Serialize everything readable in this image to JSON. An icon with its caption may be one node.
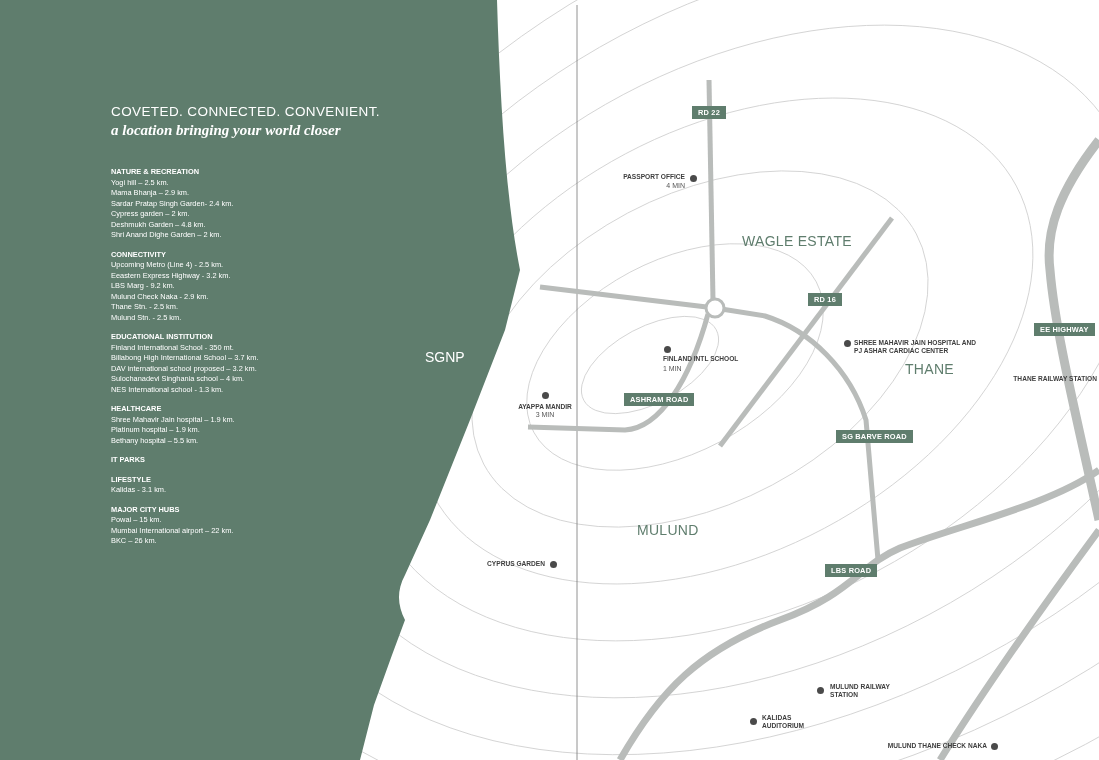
{
  "diagram": {
    "nodes": [
      {
        "text": [
          "COVETED. CONNECTED. CONVENIENT.",
          "a location bringing your world closer",
          "NATURE & RECREATION",
          "Yogi hill – 2.5 km.",
          "Mama Bhanja – 2.9 km.",
          "Sardar Pratap Singh Garden- 2.4 km.",
          "Cypress garden – 2 km.",
          "Deshmukh Garden – 4.8 km.",
          "Shri Anand Dighe Garden – 2 km.",
          "CONNECTIVITY",
          "Upcoming Metro (Line 4) - 2.5 km.",
          "Eeastern Express Highway - 3.2 km.",
          "LBS Marg - 9.2 km.",
          "Mulund Check Naka - 2.9 km.",
          "Thane Stn. - 2.5 km.",
          "Mulund Stn. - 2.5 km.",
          "EDUCATIONAL INSTITUTION",
          "Finland International School - 350 mt.",
          "Billabong High International School – 3.7 km.",
          "DAV international school proposed – 3.2 km.",
          "Sulochanadevi Singhania school – 4 km.",
          "NES International school - 1.3 km.",
          "HEALTHCARE",
          "Shree Mahavir Jain hospital – 1.9 km.",
          "Platinum hospital – 1.9 km.",
          "Bethany hospital – 5.5 km.",
          "IT PARKS",
          "LIFESTYLE",
          "Kalidas - 3.1 km.",
          "MAJOR CITY HUBS",
          "Powai – 15 km.",
          "Mumbai International airport – 22 km.",
          "BKC – 26 km."
        ]
      },
      {
        "text": [
          "RD 22"
        ]
      },
      {
        "text": [
          "RD 16"
        ]
      },
      {
        "text": [
          "EE HIGHWAY"
        ]
      },
      {
        "text": [
          "ASHRAM ROAD"
        ]
      },
      {
        "text": [
          "SG BARVE ROAD"
        ]
      },
      {
        "text": [
          "LBS ROAD"
        ]
      }
    ],
    "labels": [
      "SGNP",
      "PASSPORT OFFICE",
      "4 MIN",
      "WAGLE ESTATE",
      "FINLAND INTL SCHOOL",
      "1 MIN",
      "SHREE MAHAVIR JAIN HOSPITAL AND PJ ASHAR CARDIAC CENTER",
      "THANE",
      "THANE RAILWAY STATION",
      "AYAPPA MANDIR",
      "3 MIN",
      "MULUND",
      "CYPRUS GARDEN",
      "MULUND RAILWAY STATION",
      "KALIDAS AUDITORIUM",
      "MULUND THANE CHECK NAKA"
    ]
  }
}
